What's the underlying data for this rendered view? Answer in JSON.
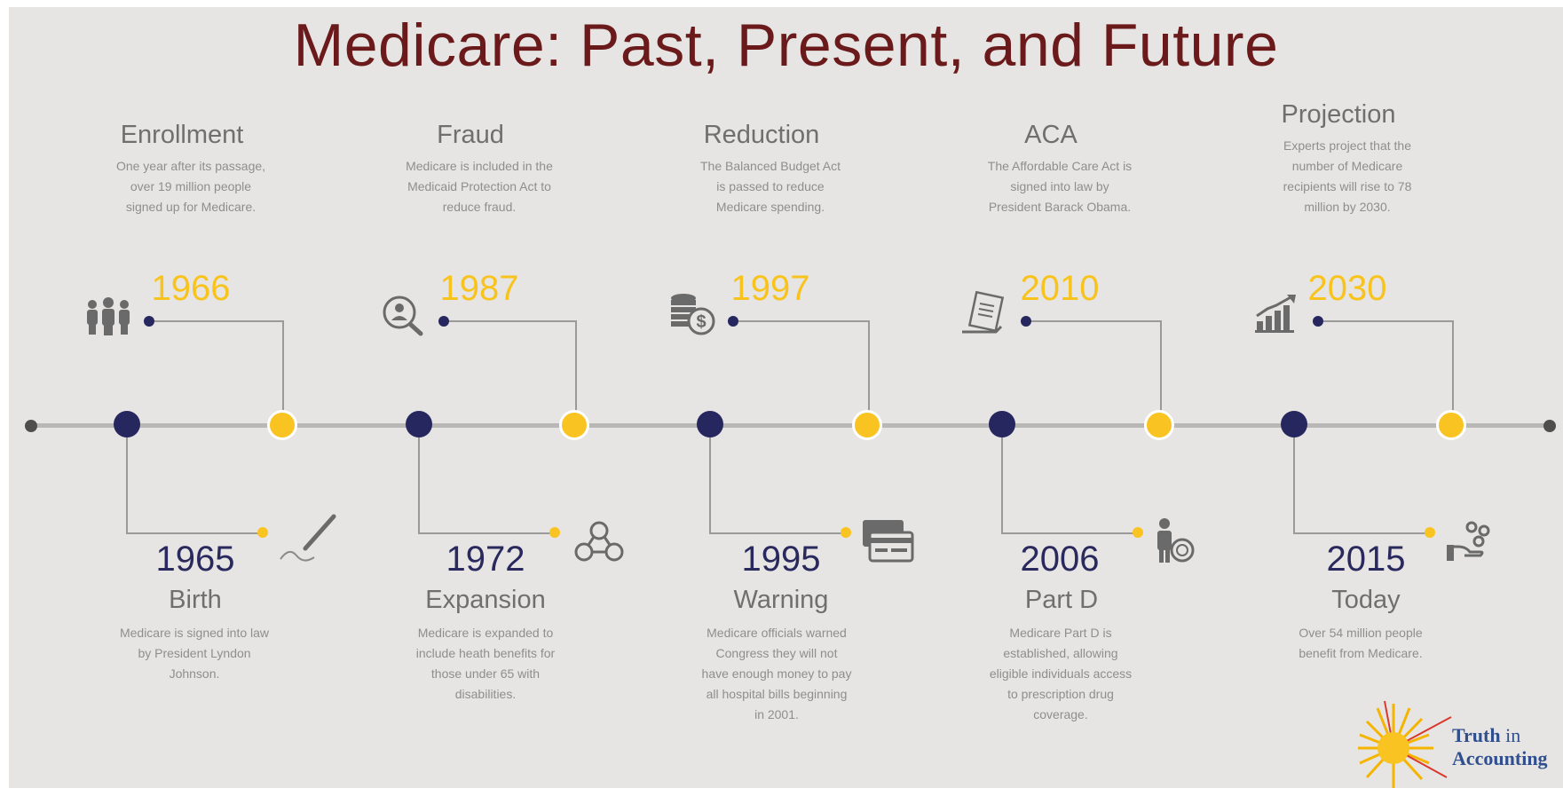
{
  "title": "Medicare: Past, Present, and Future",
  "colors": {
    "title": "#6b1a1c",
    "navy": "#26275e",
    "gold": "#f9c321",
    "line": "#b9b8b6",
    "background": "#e7e5e3"
  },
  "top_events": [
    {
      "heading": "Enrollment",
      "year": "1966",
      "icon": "people-group-icon",
      "desc": "One year after its passage, over 19 million people signed up for Medicare."
    },
    {
      "heading": "Fraud",
      "year": "1987",
      "icon": "magnifier-person-icon",
      "desc": "Medicare is included in the Medicaid Protection Act to reduce fraud."
    },
    {
      "heading": "Reduction",
      "year": "1997",
      "icon": "coins-dollar-icon",
      "desc": "The Balanced Budget Act is passed to reduce Medicare spending."
    },
    {
      "heading": "ACA",
      "year": "2010",
      "icon": "document-signing-icon",
      "desc": "The Affordable Care Act is signed into law by President Barack Obama."
    },
    {
      "heading": "Projection",
      "year": "2030",
      "icon": "rising-chart-icon",
      "desc": "Experts project that the number of Medicare recipients will rise to 78 million by 2030."
    }
  ],
  "bottom_events": [
    {
      "heading": "Birth",
      "year": "1965",
      "icon": "pen-signature-icon",
      "desc": "Medicare is signed into law by President Lyndon Johnson."
    },
    {
      "heading": "Expansion",
      "year": "1972",
      "icon": "network-people-icon",
      "desc": "Medicare is expanded to include heath benefits for those under 65 with disabilities."
    },
    {
      "heading": "Warning",
      "year": "1995",
      "icon": "credit-cards-icon",
      "desc": "Medicare officials warned Congress they will not have enough money to pay all hospital bills beginning in 2001."
    },
    {
      "heading": "Part D",
      "year": "2006",
      "icon": "person-coin-icon",
      "desc": "Medicare Part D is established, allowing eligible individuals access to prescription drug coverage."
    },
    {
      "heading": "Today",
      "year": "2015",
      "icon": "hand-coins-icon",
      "desc": "Over 54 million people benefit from Medicare."
    }
  ],
  "logo": {
    "line1_a": "Truth",
    "line1_b": " in",
    "line2": "Accounting",
    "icon": "sunburst-logo-icon"
  }
}
